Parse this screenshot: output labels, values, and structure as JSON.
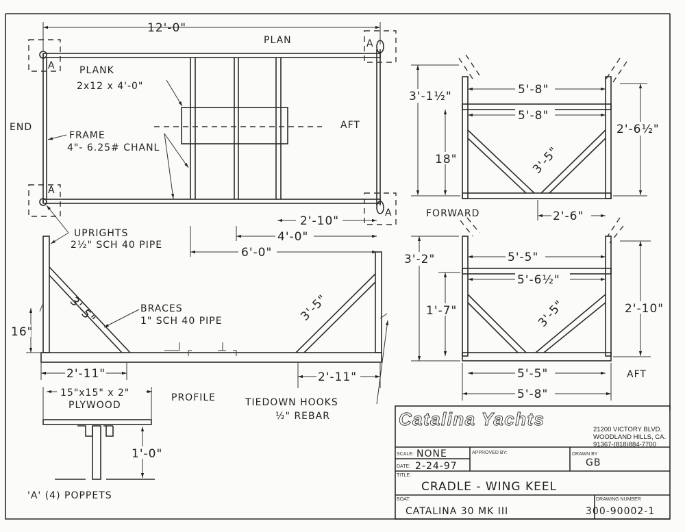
{
  "plan": {
    "title": "PLAN",
    "overall_length": "12'-0\"",
    "end_label": "END",
    "aft_label": "AFT",
    "poppet_marker": "A",
    "plank_label": "PLANK",
    "plank_size": "2x12 x 4'-0\"",
    "frame_label": "FRAME",
    "frame_size": "4\"- 6.25# CHANL",
    "uprights_label": "UPRIGHTS",
    "uprights_size": "2½\" SCH 40 PIPE",
    "dim_1": "2'-10\"",
    "dim_2": "4'-0\"",
    "dim_3": "6'-0\""
  },
  "profile": {
    "title": "PROFILE",
    "braces_label": "BRACES",
    "braces_size": "1\" SCH 40 PIPE",
    "brace_length_left": "3'-5\"",
    "brace_length_right": "3'-5\"",
    "height": "16\"",
    "offset_left": "2'-11\"",
    "offset_right": "2'-11\"",
    "tiedown_label": "TIEDOWN HOOKS",
    "tiedown_size": "½\" REBAR"
  },
  "poppet": {
    "pad": "15\"x15\" x 2\"",
    "pad_material": "PLYWOOD",
    "height": "1'-0\"",
    "caption": "'A' (4) POPPETS"
  },
  "end_view_aft": {
    "top_width": "5'-8\"",
    "crossbar_width": "5'-8\"",
    "overall_height": "3'-1½\"",
    "lower_height": "18\"",
    "right_height": "2'-6½\"",
    "brace": "3'-5\"",
    "spacing": "2'-6\""
  },
  "end_view_forward": {
    "label_forward": "FORWARD",
    "label_aft": "AFT",
    "top_width": "5'-5\"",
    "crossbar_width": "5'-6½\"",
    "overall_height": "3'-2\"",
    "lower_height": "1'-7\"",
    "right_height": "2'-10\"",
    "brace": "3'-5\"",
    "base_width": "5'-5\"",
    "overall_width": "5'-8\""
  },
  "title_block": {
    "company": "Catalina Yachts",
    "address_1": "21200 VICTORY BLVD.",
    "address_2": "WOODLAND HILLS, CA.",
    "address_3": "91367-(818)884-7700",
    "scale_label": "SCALE:",
    "scale": "NONE",
    "date_label": "DATE:",
    "date": "2-24-97",
    "approved_label": "APPROVED BY:",
    "drawn_label": "DRAWN BY",
    "drawn_by": "GB",
    "title_label": "TITLE:",
    "title": "CRADLE - WING KEEL",
    "boat_label": "BOAT:",
    "boat": "CATALINA 30  MK III",
    "drawing_number_label": "DRAWING NUMBER",
    "drawing_number": "300-90002-1"
  }
}
